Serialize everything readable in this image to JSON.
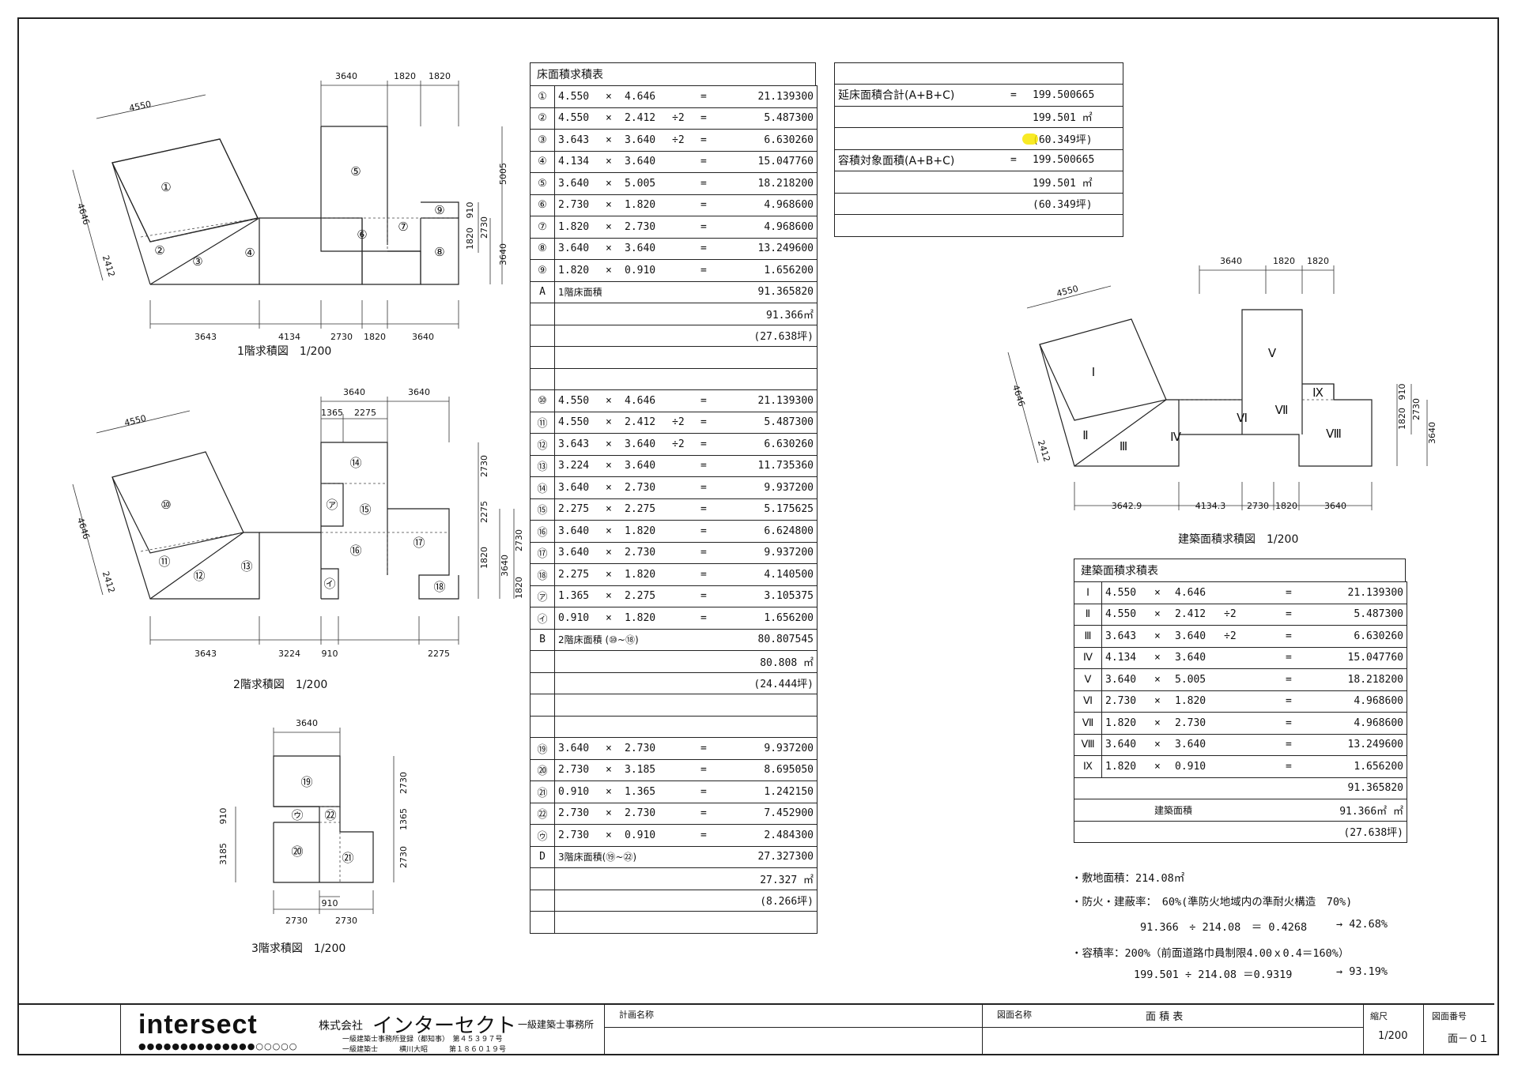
{
  "drawing_titles": {
    "f1": "1階求積図　1/200",
    "f2": "2階求積図　1/200",
    "f3": "3階求積図　1/200",
    "bldg": "建築面積求積図　1/200"
  },
  "f1_dims": {
    "top": [
      "3640",
      "1820",
      "1820"
    ],
    "bottom": [
      "3643",
      "4134",
      "2730",
      "1820",
      "3640"
    ],
    "left_a": "4550",
    "left_b": "4646",
    "left_c": "2412",
    "right": [
      "5005",
      "910",
      "1820",
      "2730",
      "3640"
    ],
    "labels": [
      "①",
      "②",
      "③",
      "④",
      "⑤",
      "⑥",
      "⑦",
      "⑧",
      "⑨"
    ]
  },
  "f2_dims": {
    "top": [
      "3640",
      "3640"
    ],
    "top2": [
      "1365",
      "2275"
    ],
    "bottom": [
      "3643",
      "3224",
      "910",
      "2275"
    ],
    "left_a": "4550",
    "left_b": "4646",
    "left_c": "2412",
    "right": [
      "2730",
      "2275",
      "1820",
      "3640",
      "2730",
      "1820"
    ],
    "labels": [
      "⑩",
      "⑪",
      "⑫",
      "⑬",
      "⑭",
      "⑮",
      "⑯",
      "⑰",
      "⑱",
      "㋐",
      "㋑"
    ]
  },
  "f3_dims": {
    "top": "3640",
    "bottom": [
      "2730",
      "2730"
    ],
    "mid": "910",
    "left": [
      "910",
      "3185"
    ],
    "right": [
      "2730",
      "1365",
      "2730"
    ],
    "labels": [
      "⑲",
      "⑳",
      "㉑",
      "㉒",
      "㋒"
    ]
  },
  "bldg_dims": {
    "top": [
      "3640",
      "1820",
      "1820"
    ],
    "bottom": [
      "3642.9",
      "4134.3",
      "2730",
      "1820",
      "3640"
    ],
    "left_a": "4550",
    "left_b": "4646",
    "left_c": "2412",
    "right": [
      "910",
      "1820",
      "2730",
      "3640"
    ],
    "labels": [
      "Ⅰ",
      "Ⅱ",
      "Ⅲ",
      "Ⅳ",
      "Ⅴ",
      "Ⅵ",
      "Ⅶ",
      "Ⅷ",
      "Ⅸ"
    ]
  },
  "floor_table": {
    "title": "床面積求積表",
    "rows": [
      {
        "k": "①",
        "a": "4.550",
        "op": "×",
        "b": "4.646",
        "d": "",
        "eq": "=",
        "v": "21.139300"
      },
      {
        "k": "②",
        "a": "4.550",
        "op": "×",
        "b": "2.412",
        "d": "÷2",
        "eq": "=",
        "v": "5.487300"
      },
      {
        "k": "③",
        "a": "3.643",
        "op": "×",
        "b": "3.640",
        "d": "÷2",
        "eq": "=",
        "v": "6.630260"
      },
      {
        "k": "④",
        "a": "4.134",
        "op": "×",
        "b": "3.640",
        "d": "",
        "eq": "=",
        "v": "15.047760"
      },
      {
        "k": "⑤",
        "a": "3.640",
        "op": "×",
        "b": "5.005",
        "d": "",
        "eq": "=",
        "v": "18.218200"
      },
      {
        "k": "⑥",
        "a": "2.730",
        "op": "×",
        "b": "1.820",
        "d": "",
        "eq": "=",
        "v": "4.968600"
      },
      {
        "k": "⑦",
        "a": "1.820",
        "op": "×",
        "b": "2.730",
        "d": "",
        "eq": "=",
        "v": "4.968600"
      },
      {
        "k": "⑧",
        "a": "3.640",
        "op": "×",
        "b": "3.640",
        "d": "",
        "eq": "=",
        "v": "13.249600"
      },
      {
        "k": "⑨",
        "a": "1.820",
        "op": "×",
        "b": "0.910",
        "d": "",
        "eq": "=",
        "v": "1.656200"
      },
      {
        "k": "A",
        "sum_label": "1階床面積",
        "v": "91.365820"
      },
      {
        "k": "",
        "v": "91.366㎡"
      },
      {
        "k": "",
        "v": "(27.638坪)"
      },
      {
        "k": "",
        "v": ""
      },
      {
        "k": "",
        "v": ""
      },
      {
        "k": "⑩",
        "a": "4.550",
        "op": "×",
        "b": "4.646",
        "d": "",
        "eq": "=",
        "v": "21.139300"
      },
      {
        "k": "⑪",
        "a": "4.550",
        "op": "×",
        "b": "2.412",
        "d": "÷2",
        "eq": "=",
        "v": "5.487300"
      },
      {
        "k": "⑫",
        "a": "3.643",
        "op": "×",
        "b": "3.640",
        "d": "÷2",
        "eq": "=",
        "v": "6.630260"
      },
      {
        "k": "⑬",
        "a": "3.224",
        "op": "×",
        "b": "3.640",
        "d": "",
        "eq": "=",
        "v": "11.735360"
      },
      {
        "k": "⑭",
        "a": "3.640",
        "op": "×",
        "b": "2.730",
        "d": "",
        "eq": "=",
        "v": "9.937200"
      },
      {
        "k": "⑮",
        "a": "2.275",
        "op": "×",
        "b": "2.275",
        "d": "",
        "eq": "=",
        "v": "5.175625"
      },
      {
        "k": "⑯",
        "a": "3.640",
        "op": "×",
        "b": "1.820",
        "d": "",
        "eq": "=",
        "v": "6.624800"
      },
      {
        "k": "⑰",
        "a": "3.640",
        "op": "×",
        "b": "2.730",
        "d": "",
        "eq": "=",
        "v": "9.937200"
      },
      {
        "k": "⑱",
        "a": "2.275",
        "op": "×",
        "b": "1.820",
        "d": "",
        "eq": "=",
        "v": "4.140500"
      },
      {
        "k": "㋐",
        "a": "1.365",
        "op": "×",
        "b": "2.275",
        "d": "",
        "eq": "=",
        "v": "3.105375"
      },
      {
        "k": "㋑",
        "a": "0.910",
        "op": "×",
        "b": "1.820",
        "d": "",
        "eq": "=",
        "v": "1.656200"
      },
      {
        "k": "B",
        "sum_label": "2階床面積 (⑩~⑱)",
        "v": "80.807545"
      },
      {
        "k": "",
        "v": "80.808 ㎡"
      },
      {
        "k": "",
        "v": "(24.444坪)"
      },
      {
        "k": "",
        "v": ""
      },
      {
        "k": "",
        "v": ""
      },
      {
        "k": "⑲",
        "a": "3.640",
        "op": "×",
        "b": "2.730",
        "d": "",
        "eq": "=",
        "v": "9.937200"
      },
      {
        "k": "⑳",
        "a": "2.730",
        "op": "×",
        "b": "3.185",
        "d": "",
        "eq": "=",
        "v": "8.695050"
      },
      {
        "k": "㉑",
        "a": "0.910",
        "op": "×",
        "b": "1.365",
        "d": "",
        "eq": "=",
        "v": "1.242150"
      },
      {
        "k": "㉒",
        "a": "2.730",
        "op": "×",
        "b": "2.730",
        "d": "",
        "eq": "=",
        "v": "7.452900"
      },
      {
        "k": "㋒",
        "a": "2.730",
        "op": "×",
        "b": "0.910",
        "d": "",
        "eq": "=",
        "v": "2.484300"
      },
      {
        "k": "D",
        "sum_label": "3階床面積(⑲~㉒)",
        "v": "27.327300"
      },
      {
        "k": "",
        "v": "27.327 ㎡"
      },
      {
        "k": "",
        "v": "(8.266坪)"
      },
      {
        "k": "",
        "v": ""
      }
    ]
  },
  "total_table": {
    "rows": [
      {
        "l": "延床面積合計(A+B+C)",
        "eq": "=",
        "v": "199.500665"
      },
      {
        "l": "",
        "eq": "",
        "v": "199.501 ㎡"
      },
      {
        "l": "",
        "eq": "",
        "v": "(60.349坪)"
      },
      {
        "l": "容積対象面積(A+B+C)",
        "eq": "=",
        "v": "199.500665"
      },
      {
        "l": "",
        "eq": "",
        "v": "199.501 ㎡"
      },
      {
        "l": "",
        "eq": "",
        "v": "(60.349坪)"
      },
      {
        "l": "",
        "eq": "",
        "v": ""
      }
    ],
    "highlight_color": "#f7e600"
  },
  "bldg_table": {
    "title": "建築面積求積表",
    "rows": [
      {
        "k": "Ⅰ",
        "a": "4.550",
        "op": "×",
        "b": "4.646",
        "d": "",
        "eq": "=",
        "v": "21.139300"
      },
      {
        "k": "Ⅱ",
        "a": "4.550",
        "op": "×",
        "b": "2.412",
        "d": "÷2",
        "eq": "=",
        "v": "5.487300"
      },
      {
        "k": "Ⅲ",
        "a": "3.643",
        "op": "×",
        "b": "3.640",
        "d": "÷2",
        "eq": "=",
        "v": "6.630260"
      },
      {
        "k": "Ⅳ",
        "a": "4.134",
        "op": "×",
        "b": "3.640",
        "d": "",
        "eq": "=",
        "v": "15.047760"
      },
      {
        "k": "Ⅴ",
        "a": "3.640",
        "op": "×",
        "b": "5.005",
        "d": "",
        "eq": "=",
        "v": "18.218200"
      },
      {
        "k": "Ⅵ",
        "a": "2.730",
        "op": "×",
        "b": "1.820",
        "d": "",
        "eq": "=",
        "v": "4.968600"
      },
      {
        "k": "Ⅶ",
        "a": "1.820",
        "op": "×",
        "b": "2.730",
        "d": "",
        "eq": "=",
        "v": "4.968600"
      },
      {
        "k": "Ⅷ",
        "a": "3.640",
        "op": "×",
        "b": "3.640",
        "d": "",
        "eq": "=",
        "v": "13.249600"
      },
      {
        "k": "Ⅸ",
        "a": "1.820",
        "op": "×",
        "b": "0.910",
        "d": "",
        "eq": "=",
        "v": "1.656200"
      }
    ],
    "sum": "91.365820",
    "area_label": "建築面積",
    "area_value": "91.366㎡ ㎡",
    "tsubo": "(27.638坪)"
  },
  "notes": {
    "site": "・敷地面積：214.08㎡",
    "coverage": "・防火・建蔽率：　60%(準防火地域内の準耐火構造　70%)",
    "coverage_calc": "91.366　÷ 214.08　＝ 0.4268",
    "coverage_result": "→ 42.68%",
    "far": "・容積率：200%（前面道路巾員制限4.00ｘ0.4＝160%）",
    "far_calc": "199.501 ÷ 214.08 ＝0.9319",
    "far_result": "→ 93.19%"
  },
  "title_block": {
    "logo": "intersect",
    "company": "株式会社",
    "company_big": "インターセクト",
    "company_suffix": "一級建築士事務所",
    "reg1": "一級建築士事務所登録（都知事）　第４５３９７号",
    "reg2": "一級建築士　　　横川大昭　　　第１８６０１９号",
    "project_label": "計画名称",
    "drawing_label": "図面名称",
    "drawing_name": "面 積 表",
    "scale_label": "縮尺",
    "scale": "1/200",
    "number_label": "図面番号",
    "number": "面－０１"
  }
}
